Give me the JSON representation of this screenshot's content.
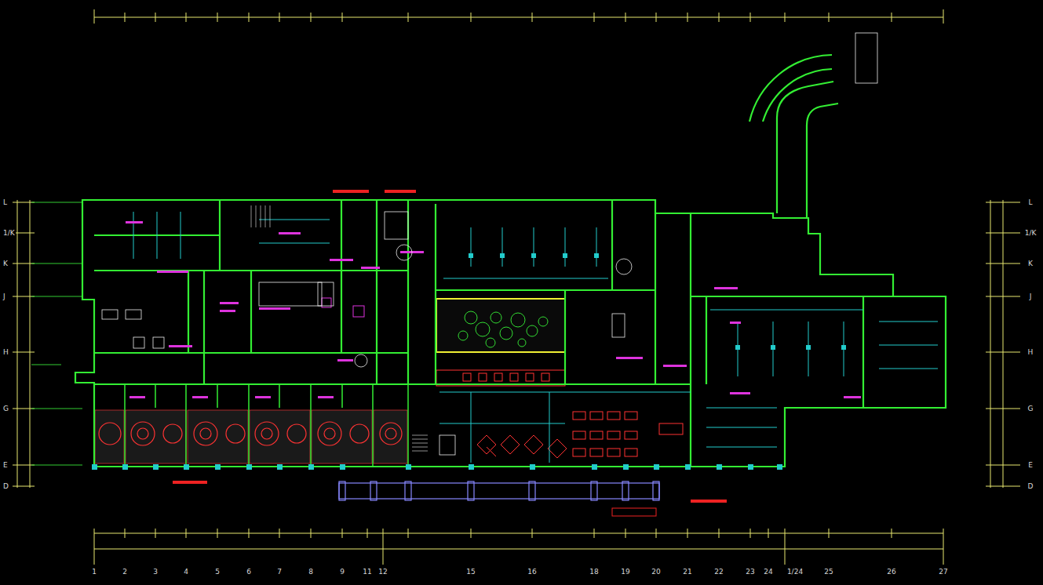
{
  "diagram": {
    "labels": [
      "1",
      "2",
      "3",
      "4",
      "5",
      "6",
      "7",
      "8",
      "9",
      "11",
      "12",
      "15",
      "16",
      "18",
      "19",
      "20",
      "21",
      "22",
      "23",
      "24",
      "1/24",
      "25",
      "26",
      "27",
      "L",
      "1/K",
      "K",
      "J",
      "H",
      "G",
      "E",
      "D",
      "L",
      "1/K",
      "K",
      "J",
      "H",
      "G",
      "E",
      "D"
    ]
  }
}
